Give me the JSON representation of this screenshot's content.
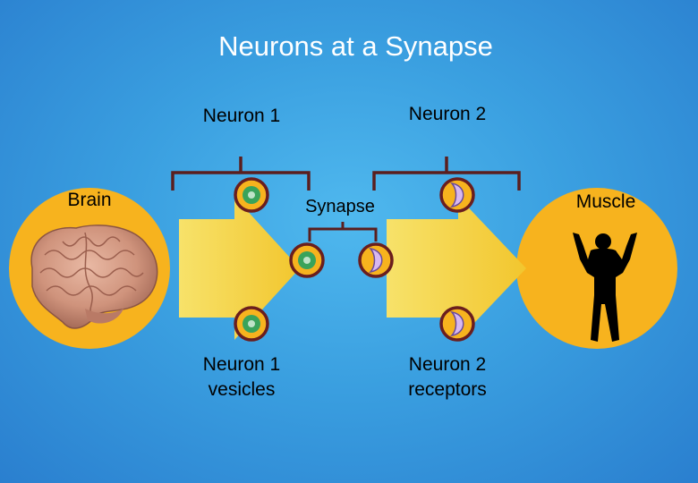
{
  "title": "Neurons at a Synapse",
  "labels": {
    "neuron1": "Neuron 1",
    "neuron2": "Neuron 2",
    "brain": "Brain",
    "synapse": "Synapse",
    "muscle": "Muscle",
    "neuron1_vesicles": "Neuron 1 vesicles",
    "neuron2_receptors": "Neuron 2 receptors"
  },
  "colors": {
    "background": "#3a9fe0",
    "node_fill": "#f7b31e",
    "arrow_fill": "#f4d24a",
    "bracket": "#5a1e1e",
    "vesicle_fill": "#3aa35a",
    "receptor_fill": "#d8b8f0"
  }
}
